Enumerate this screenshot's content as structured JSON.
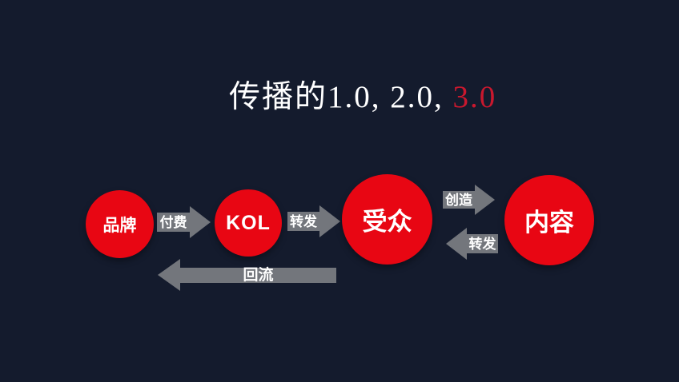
{
  "title": {
    "prefix": "传播的1.0, 2.0, ",
    "highlight": "3.0"
  },
  "colors": {
    "background": "#141b2d",
    "node_red": "#e80613",
    "title_highlight_red": "#c9182e",
    "arrow_gray": "#73767c",
    "text_white": "#ffffff"
  },
  "nodes": [
    {
      "id": "brand",
      "label": "品牌"
    },
    {
      "id": "kol",
      "label": "KOL"
    },
    {
      "id": "audience",
      "label": "受众"
    },
    {
      "id": "content",
      "label": "内容"
    }
  ],
  "arrows": [
    {
      "id": "pay",
      "label": "付费",
      "direction": "right",
      "from": "brand",
      "to": "kol"
    },
    {
      "id": "repost1",
      "label": "转发",
      "direction": "right",
      "from": "kol",
      "to": "audience"
    },
    {
      "id": "create",
      "label": "创造",
      "direction": "right",
      "from": "audience",
      "to": "content"
    },
    {
      "id": "repost2",
      "label": "转发",
      "direction": "left",
      "from": "content",
      "to": "audience"
    },
    {
      "id": "backflow",
      "label": "回流",
      "direction": "left",
      "from": "kol",
      "to": "brand"
    }
  ]
}
